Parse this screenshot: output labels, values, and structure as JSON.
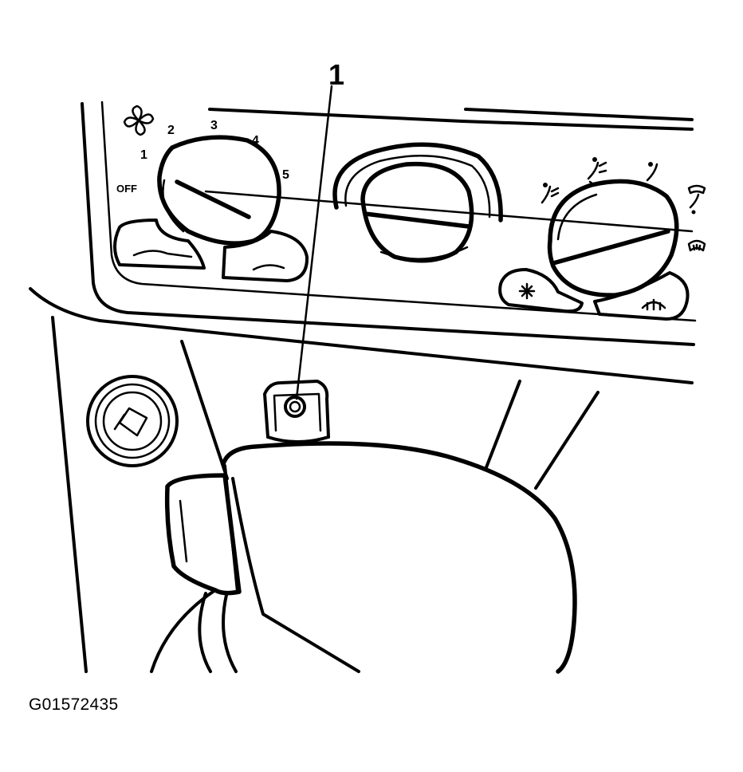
{
  "callout": {
    "number": "1"
  },
  "fan_knob": {
    "positions": [
      "OFF",
      "1",
      "2",
      "3",
      "4",
      "5"
    ]
  },
  "figure_id": "G01572435",
  "icons": {
    "fan": "fan-icon",
    "mode_panel": "panel-vent-icon",
    "mode_bilevel": "bilevel-vent-icon",
    "mode_floor": "floor-vent-icon",
    "mode_floor_defrost": "floor-defrost-icon",
    "mode_defrost": "defrost-icon",
    "ac": "ac-snowflake-icon",
    "recirc": "recirculation-icon"
  },
  "colors": {
    "ink": "#000000",
    "background": "#ffffff"
  }
}
